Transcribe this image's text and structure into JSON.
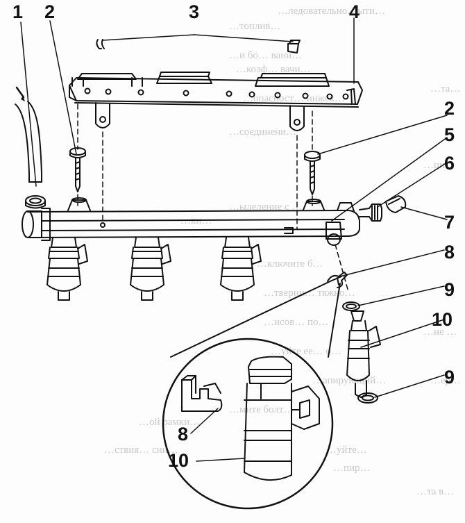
{
  "diagram": {
    "callouts": [
      {
        "id": "c1",
        "label": "1"
      },
      {
        "id": "c2a",
        "label": "2"
      },
      {
        "id": "c3",
        "label": "3"
      },
      {
        "id": "c4",
        "label": "4"
      },
      {
        "id": "c2b",
        "label": "2"
      },
      {
        "id": "c5",
        "label": "5"
      },
      {
        "id": "c6",
        "label": "6"
      },
      {
        "id": "c7",
        "label": "7"
      },
      {
        "id": "c8",
        "label": "8"
      },
      {
        "id": "c9a",
        "label": "9"
      },
      {
        "id": "c10",
        "label": "10"
      },
      {
        "id": "c9b",
        "label": "9"
      },
      {
        "id": "c8i",
        "label": "8"
      },
      {
        "id": "c10i",
        "label": "10"
      }
    ],
    "colors": {
      "ink": "#111111",
      "bg": "#fdfdfd",
      "bleed_text": "#c9c9c9"
    }
  },
  "bleed_text": {
    "lines": [
      "…ледовательно…ыти…",
      "…топлив…",
      "…и бо… вани…",
      "…коэф… вачи…",
      "…опасност… инжек…",
      "…соединени…",
      "…ыделение с …",
      "…ключите б…",
      "…тверни… тяжно…",
      "…нсов… по…",
      "…уйте ее… о…",
      "…апирующий…",
      "…мите болт…",
      "…ой рамки…",
      "…ствия… сни…",
      "…уйте…",
      "…пир…",
      "…ки…",
      "…та…",
      "…ци…",
      "…не …",
      "…ер…",
      "…та в…"
    ]
  }
}
